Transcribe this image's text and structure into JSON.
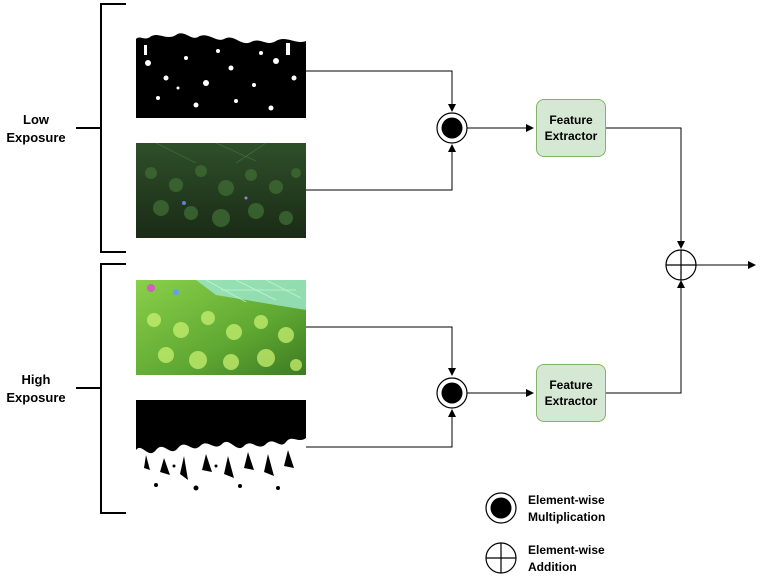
{
  "groups": {
    "low": {
      "line1": "Low",
      "line2": "Exposure"
    },
    "high": {
      "line1": "High",
      "line2": "Exposure"
    }
  },
  "images": [
    {
      "name": "low-exposure-mask-image",
      "description_icon": "binary-crowd-mask-white-sky"
    },
    {
      "name": "low-exposure-photo",
      "description_icon": "dark-green-crowd-photo"
    },
    {
      "name": "high-exposure-photo",
      "description_icon": "bright-green-crowd-photo"
    },
    {
      "name": "high-exposure-mask-image",
      "description_icon": "binary-crowd-mask-black-top"
    }
  ],
  "feature_extractor": {
    "line1": "Feature",
    "line2": "Extractor"
  },
  "legend": {
    "multiplication": {
      "line1": "Element-wise",
      "line2": "Multiplication",
      "icon": "element-wise-multiplication-icon"
    },
    "addition": {
      "line1": "Element-wise",
      "line2": "Addition",
      "icon": "element-wise-addition-icon"
    }
  },
  "colors": {
    "feature_box_fill": "#d5e8d4",
    "feature_box_border": "#82b366",
    "line": "#000000"
  }
}
